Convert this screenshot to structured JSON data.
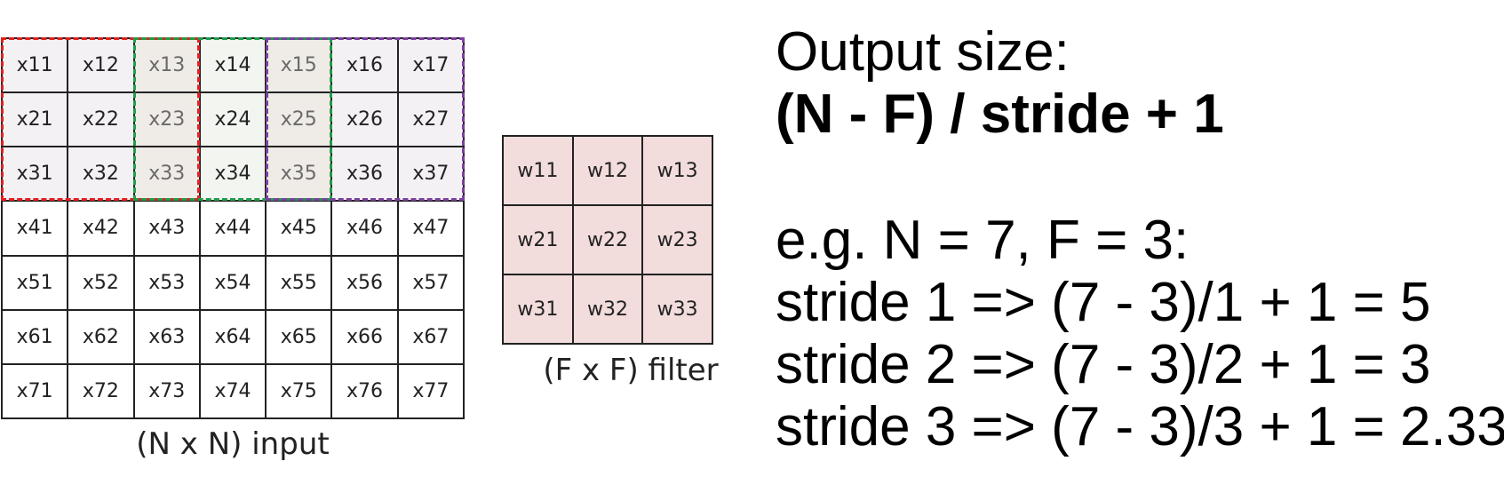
{
  "input": {
    "caption": "(N x N) input",
    "rows": [
      [
        "x11",
        "x12",
        "x13",
        "x14",
        "x15",
        "x16",
        "x17"
      ],
      [
        "x21",
        "x22",
        "x23",
        "x24",
        "x25",
        "x26",
        "x27"
      ],
      [
        "x31",
        "x32",
        "x33",
        "x34",
        "x35",
        "x36",
        "x37"
      ],
      [
        "x41",
        "x42",
        "x43",
        "x44",
        "x45",
        "x46",
        "x47"
      ],
      [
        "x51",
        "x52",
        "x53",
        "x54",
        "x55",
        "x56",
        "x57"
      ],
      [
        "x61",
        "x62",
        "x63",
        "x64",
        "x65",
        "x66",
        "x67"
      ],
      [
        "x71",
        "x72",
        "x73",
        "x74",
        "x75",
        "x76",
        "x77"
      ]
    ],
    "windows": [
      {
        "color": "#e0201f",
        "row_start": 0,
        "col_start": 0,
        "size": 3
      },
      {
        "color": "#1e9e4a",
        "row_start": 0,
        "col_start": 2,
        "size": 3
      },
      {
        "color": "#7b3fa1",
        "row_start": 0,
        "col_start": 4,
        "size": 3
      }
    ]
  },
  "filter": {
    "caption": "(F x F) filter",
    "rows": [
      [
        "w11",
        "w12",
        "w13"
      ],
      [
        "w21",
        "w22",
        "w23"
      ],
      [
        "w31",
        "w32",
        "w33"
      ]
    ],
    "fill_color": "#f2dcdc"
  },
  "formula": {
    "heading": "Output size:",
    "expression": "(N - F) / stride + 1",
    "example": "e.g. N = 7, F = 3:",
    "strides": [
      "stride 1 => (7 - 3)/1 + 1 = 5",
      "stride 2 => (7 - 3)/2 + 1 = 3",
      "stride 3 => (7 - 3)/3 + 1 = 2.33"
    ]
  }
}
